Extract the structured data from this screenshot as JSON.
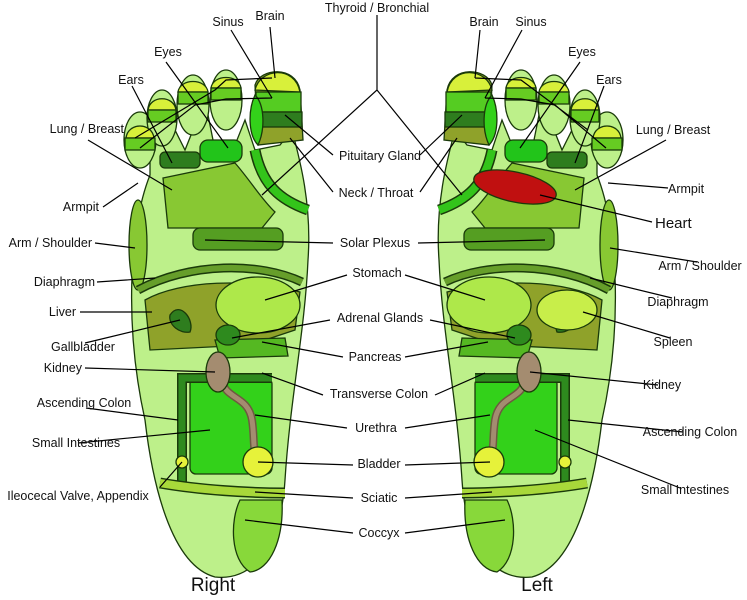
{
  "center_labels": {
    "thyroid": "Thyroid / Bronchial",
    "pituitary": "Pituitary Gland",
    "neck": "Neck / Throat",
    "solar": "Solar Plexus",
    "stomach": "Stomach",
    "adrenal": "Adrenal Glands",
    "pancreas": "Pancreas",
    "transverse": "Transverse Colon",
    "urethra": "Urethra",
    "bladder": "Bladder",
    "sciatic": "Sciatic",
    "coccyx": "Coccyx"
  },
  "right_foot": {
    "caption": "Right",
    "labels": {
      "sinus": "Sinus",
      "brain": "Brain",
      "eyes": "Eyes",
      "ears": "Ears",
      "lung": "Lung / Breast",
      "armpit": "Armpit",
      "arm": "Arm / Shoulder",
      "diaphragm": "Diaphragm",
      "liver": "Liver",
      "gallbladder": "Gallbladder",
      "kidney": "Kidney",
      "ascending": "Ascending Colon",
      "small_int": "Small Intestines",
      "ileocecal": "Ileocecal Valve, Appendix"
    }
  },
  "left_foot": {
    "caption": "Left",
    "labels": {
      "brain": "Brain",
      "sinus": "Sinus",
      "eyes": "Eyes",
      "ears": "Ears",
      "lung": "Lung / Breast",
      "armpit": "Armpit",
      "heart": "Heart",
      "arm": "Arm / Shoulder",
      "diaphragm": "Diaphragm",
      "spleen": "Spleen",
      "kidney": "Kidney",
      "ascending": "Ascending Colon",
      "small_int": "Small Intestines"
    }
  },
  "colors": {
    "foot": "#bdf08a",
    "region": "#88c833",
    "dark": "#2e7d1e",
    "olive": "#8fa22a",
    "bright": "#33d11a",
    "yellow": "#e6f23a",
    "kidney": "#a48c70",
    "heart": "#c01010"
  }
}
